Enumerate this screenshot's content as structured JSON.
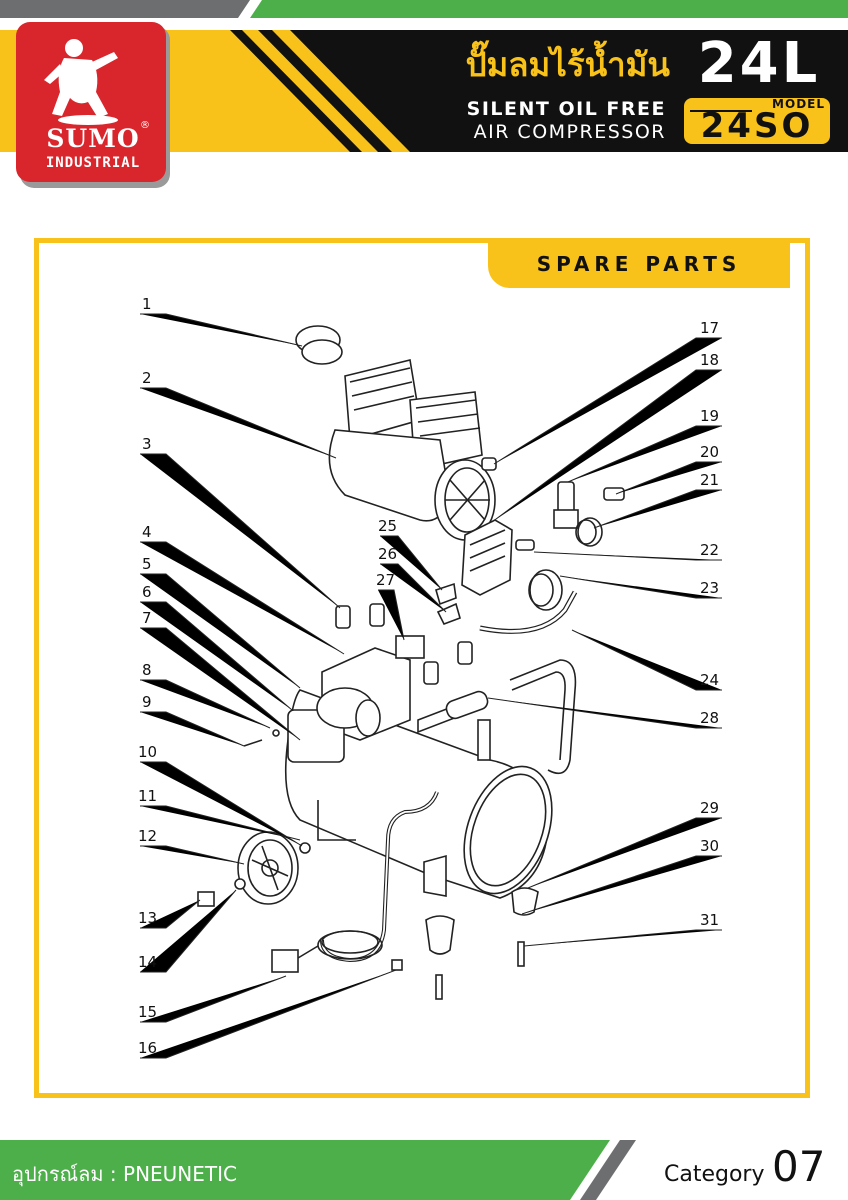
{
  "brand": {
    "name": "SUMO",
    "registered": "®",
    "subtitle": "INDUSTRIAL"
  },
  "header": {
    "title_thai": "ปั๊มลมไร้น้ำมัน",
    "title_en_line1": "SILENT OIL FREE",
    "title_en_line2": "AIR COMPRESSOR",
    "capacity": "24L",
    "model_label": "MODEL",
    "model_number": "24SO"
  },
  "section": {
    "title": "SPARE PARTS"
  },
  "parts": {
    "labels": [
      "1",
      "2",
      "3",
      "4",
      "5",
      "6",
      "7",
      "8",
      "9",
      "10",
      "11",
      "12",
      "13",
      "14",
      "15",
      "16",
      "17",
      "18",
      "19",
      "20",
      "21",
      "22",
      "23",
      "24",
      "25",
      "26",
      "27",
      "28",
      "29",
      "30",
      "31"
    ]
  },
  "footer": {
    "category_name": "อุปกรณ์ลม : PNEUNETIC",
    "category_label": "Category",
    "page_number": "07"
  },
  "colors": {
    "yellow": "#f9c21a",
    "green": "#4daf4a",
    "red": "#d8262c",
    "black": "#111111",
    "gray": "#6d6e70"
  },
  "icons": [
    "sumo-wrestler-logo-icon"
  ]
}
